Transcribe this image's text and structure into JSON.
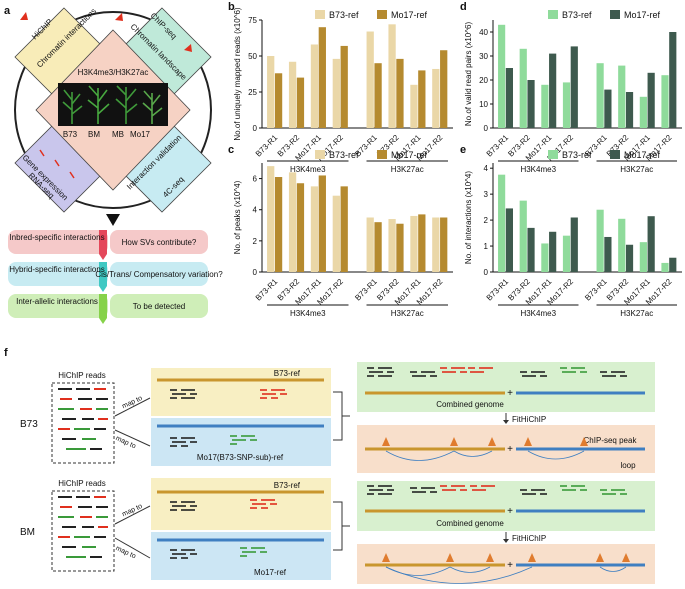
{
  "panel_labels": {
    "a": "a",
    "b": "b",
    "c": "c",
    "d": "d",
    "e": "e",
    "f": "f"
  },
  "diamond": {
    "top_left_1": "HiChIP",
    "top_left_2": "Chromatin interactions",
    "top_right_1": "ChIP-seq",
    "top_right_2": "Chromatin landscape",
    "bottom_left_1": "Gene expression",
    "bottom_left_2": "RNA-seq",
    "bottom_right_1": "Interaction validation",
    "bottom_right_2": "4C-seq",
    "center_title": "H3K4me3/H3K27ac",
    "lines": [
      "B73",
      "BM",
      "MB",
      "Mo17"
    ]
  },
  "flow": [
    {
      "left": "Inbred-specific interactions",
      "right": "How SVs contribute?"
    },
    {
      "left": "Hybrid-specific interactions",
      "right": "Cis/Trans/ Compensatory variation?"
    },
    {
      "left": "Inter-allelic interactions",
      "right": "To be detected"
    }
  ],
  "colors": {
    "b73": "#ead7a7",
    "mo17": "#b58a2f",
    "b73_green": "#8fdb9b",
    "mo17_dark": "#3e5a4e",
    "orange": "#c9962e",
    "blue": "#3f7fc1"
  },
  "chart_data": [
    {
      "id": "b",
      "type": "bar",
      "ylabel": "No.of uniquely mapped reads (x10^6)",
      "ylim": [
        0,
        75
      ],
      "yticks": [
        0,
        25,
        50,
        75
      ],
      "groups": [
        "H3K4me3",
        "H3K27ac"
      ],
      "categories": [
        "B73-R1",
        "B73-R2",
        "Mo17-R1",
        "Mo17-R2"
      ],
      "series": [
        {
          "name": "B73-ref",
          "color": "#ead7a7",
          "values": [
            50,
            46,
            58,
            48,
            67,
            72,
            30,
            41
          ]
        },
        {
          "name": "Mo17-ref",
          "color": "#b58a2f",
          "values": [
            38,
            35,
            70,
            57,
            45,
            48,
            40,
            54
          ]
        }
      ]
    },
    {
      "id": "c",
      "type": "bar",
      "ylabel": "No. of peaks (x10^4)",
      "ylim": [
        0,
        7
      ],
      "yticks": [
        0,
        2,
        4,
        6
      ],
      "groups": [
        "H3K4me3",
        "H3K27ac"
      ],
      "categories": [
        "B73-R1",
        "B73-R2",
        "Mo17-R1",
        "Mo17-R2"
      ],
      "series": [
        {
          "name": "B73-ref",
          "color": "#ead7a7",
          "values": [
            6.8,
            6.4,
            5.5,
            4.9,
            3.5,
            3.4,
            3.6,
            3.5
          ]
        },
        {
          "name": "Mo17-ref",
          "color": "#b58a2f",
          "values": [
            6.1,
            5.7,
            6.2,
            5.5,
            3.2,
            3.1,
            3.7,
            3.5
          ]
        }
      ]
    },
    {
      "id": "d",
      "type": "bar",
      "ylabel": "No.of valid read pairs (x10^6)",
      "ylim": [
        0,
        45
      ],
      "yticks": [
        0,
        10,
        20,
        30,
        40
      ],
      "groups": [
        "H3K4me3",
        "H3K27ac"
      ],
      "categories": [
        "B73-R1",
        "B73-R2",
        "Mo17-R1",
        "Mo17-R2"
      ],
      "series": [
        {
          "name": "B73-ref",
          "color": "#8fdb9b",
          "values": [
            43,
            33,
            18,
            19,
            27,
            26,
            13,
            22
          ]
        },
        {
          "name": "Mo17-ref",
          "color": "#3e5a4e",
          "values": [
            25,
            20,
            31,
            34,
            16,
            15,
            23,
            40
          ]
        }
      ]
    },
    {
      "id": "e",
      "type": "bar",
      "ylabel": "No. of interactions (x10^4)",
      "ylim": [
        0,
        4.2
      ],
      "yticks": [
        0,
        1,
        2,
        3,
        4
      ],
      "groups": [
        "H3K4me3",
        "H3K27ac"
      ],
      "categories": [
        "B73-R1",
        "B73-R2",
        "Mo17-R1",
        "Mo17-R2"
      ],
      "series": [
        {
          "name": "B73-ref",
          "color": "#8fdb9b",
          "values": [
            3.75,
            2.75,
            1.1,
            1.4,
            2.4,
            2.05,
            1.15,
            0.35
          ]
        },
        {
          "name": "Mo17-ref",
          "color": "#3e5a4e",
          "values": [
            2.45,
            1.7,
            1.55,
            2.1,
            1.35,
            1.05,
            2.15,
            0.55
          ]
        }
      ]
    }
  ],
  "workflow": {
    "rows": [
      {
        "sample": "B73",
        "reads_title": "HiChIP reads",
        "map_to": "map to",
        "ref_top": "B73-ref",
        "ref_bottom": "Mo17(B73-SNP-sub)-ref",
        "combined": "Combined genome",
        "plus": "+",
        "tool": "FitHiChIP",
        "peak_label": "ChIP-seq peak",
        "loop_label": "loop"
      },
      {
        "sample": "BM",
        "reads_title": "HiChIP reads",
        "map_to": "map to",
        "ref_top": "B73-ref",
        "ref_bottom": "Mo17-ref",
        "combined": "Combined genome",
        "plus": "+",
        "tool": "FitHiChIP"
      }
    ]
  }
}
